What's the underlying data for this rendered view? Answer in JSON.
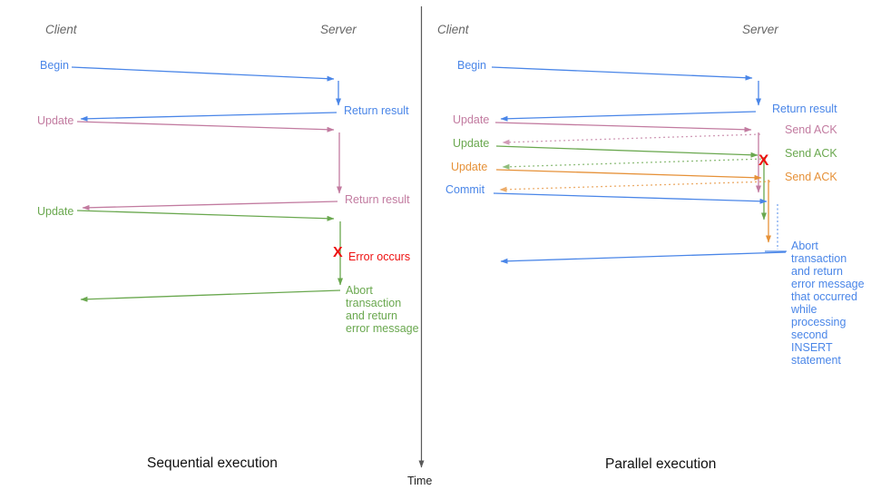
{
  "colors": {
    "blue": "#4a86e8",
    "pink": "#c27ba0",
    "green": "#6aa84f",
    "orange": "#e69138",
    "red": "#ee1111",
    "axis": "#595959",
    "header_gray": "#666666"
  },
  "time_axis_label": "Time",
  "sequential": {
    "title": "Sequential execution",
    "client": "Client",
    "server": "Server",
    "begin": "Begin",
    "return_result_1": "Return result",
    "update_1": "Update",
    "return_result_2": "Return result",
    "update_2": "Update",
    "error_x": "X",
    "error_label": "Error occurs",
    "abort_lines": [
      "Abort",
      "transaction",
      "and return",
      "error message"
    ]
  },
  "parallel": {
    "title": "Parallel execution",
    "client": "Client",
    "server": "Server",
    "begin": "Begin",
    "return_result": "Return result",
    "update_1": "Update",
    "send_ack_1": "Send ACK",
    "update_2": "Update",
    "send_ack_2": "Send ACK",
    "update_3": "Update",
    "send_ack_3": "Send ACK",
    "commit": "Commit",
    "error_x": "X",
    "abort_lines": [
      "Abort",
      "transaction",
      "and return",
      "error message",
      "that occurred",
      "while",
      "processing",
      "second",
      "INSERT",
      "statement"
    ]
  }
}
